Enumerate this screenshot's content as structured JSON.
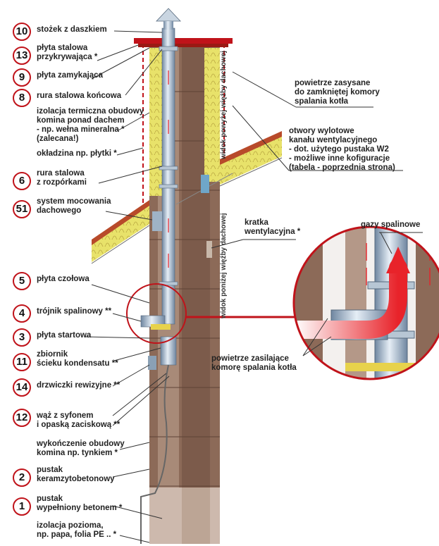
{
  "labels": [
    {
      "id": "10",
      "text": "stożek z daszkiem"
    },
    {
      "id": "13",
      "text": "płyta stalowa\nprzykrywająca *"
    },
    {
      "id": "9",
      "text": "płyta zamykająca"
    },
    {
      "id": "8",
      "text": "rura stalowa końcowa"
    },
    {
      "id": "",
      "text": "izolacja termiczna obudowy\nkomina ponad dachem\n- np. wełna mineralna *\n(zalecana!)"
    },
    {
      "id": "",
      "text": "okładzina np. płytki *"
    },
    {
      "id": "6",
      "text": "rura stalowa\nz rozpórkami"
    },
    {
      "id": "51",
      "text": "system mocowania\ndachowego"
    },
    {
      "id": "5",
      "text": "płyta czołowa"
    },
    {
      "id": "4",
      "text": "trójnik spalinowy **"
    },
    {
      "id": "3",
      "text": "płyta startowa"
    },
    {
      "id": "11",
      "text": "zbiornik\nścieku kondensatu **"
    },
    {
      "id": "14",
      "text": "drzwiczki rewizyjne **"
    },
    {
      "id": "12",
      "text": "wąż z syfonem\ni opaską zaciskową **"
    },
    {
      "id": "",
      "text": "wykończenie obudowy\nkomina np. tynkiem *"
    },
    {
      "id": "2",
      "text": "pustak\nkeramzytobetonowy"
    },
    {
      "id": "1",
      "text": "pustak\nwypełniony betonem *"
    },
    {
      "id": "",
      "text": "izolacja pozioma,\nnp. papa, folia PE .. *"
    }
  ],
  "right_labels": {
    "intake_air": "powietrze zasysane\ndo zamkniętej komory\nspalania kotła",
    "vent_openings": "otwory wylotowe\nkanału wentylacyjnego\n- dot. użytego pustaka W2\n- możliwe inne kofiguracje\n(tabela - poprzednia strona)",
    "vent_grille": "kratka\nwentylacyjna *",
    "flue_gases": "gazy spalinowe",
    "supply_air": "powietrze zasilające\nkomorę spalania kotła"
  },
  "vertical_texts": {
    "above_roof": "widok powyżej więźby dachowej",
    "below_roof": "widok poniżej więźby dachowej"
  },
  "colors": {
    "accent_red": "#c0131a",
    "block_brown": "#8c6a58",
    "block_light": "#b49888",
    "insulation_yellow": "#e8e26a",
    "steel": "#9fb3c6"
  }
}
